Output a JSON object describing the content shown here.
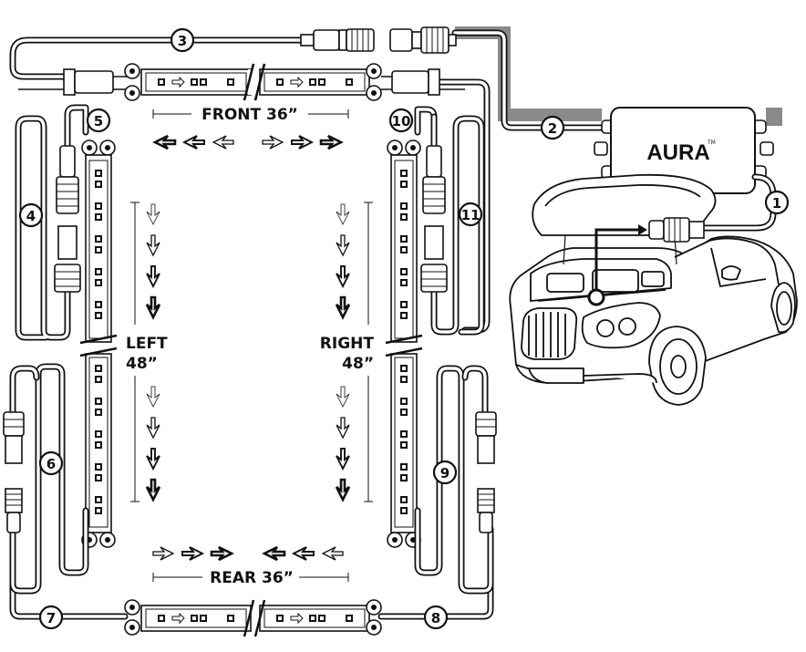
{
  "labels": {
    "front": "FRONT 36”",
    "rear": "REAR 36”",
    "left_1": "LEFT",
    "left_2": "48”",
    "right_1": "RIGHT",
    "right_2": "48”",
    "brand": "AURA",
    "tm": "TM"
  },
  "callouts": [
    "1",
    "2",
    "3",
    "4",
    "5",
    "6",
    "7",
    "8",
    "9",
    "10",
    "11"
  ],
  "colors": {
    "line": "#111111",
    "grey_cable": "#8a8a8a",
    "bg": "#ffffff"
  },
  "icons": [
    "down-arrow-icon",
    "left-arrow-icon",
    "right-arrow-icon",
    "led-chip-icon",
    "car-icon",
    "control-box-icon"
  ]
}
